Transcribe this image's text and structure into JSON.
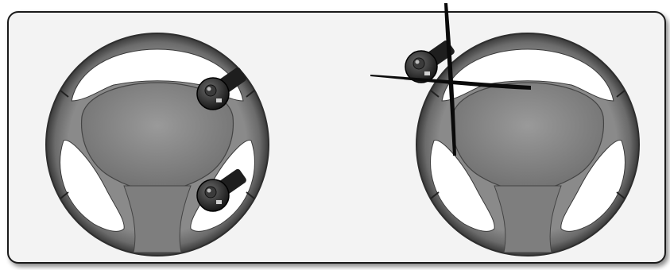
{
  "diagram": {
    "panels": [
      {
        "id": "correct",
        "wheel": "steering-wheel",
        "attachments": [
          "knob",
          "knob"
        ],
        "crossed_out": false
      },
      {
        "id": "incorrect",
        "wheel": "steering-wheel",
        "attachments": [
          "knob"
        ],
        "crossed_out": true
      }
    ],
    "colors": {
      "rim": "#7a7a7a",
      "rim_dark": "#3a3a3a",
      "hub": "#8a8a8a",
      "knob": "#2a2a2a",
      "cross": "#0a0a0a",
      "background": "#f3f3f3"
    }
  }
}
